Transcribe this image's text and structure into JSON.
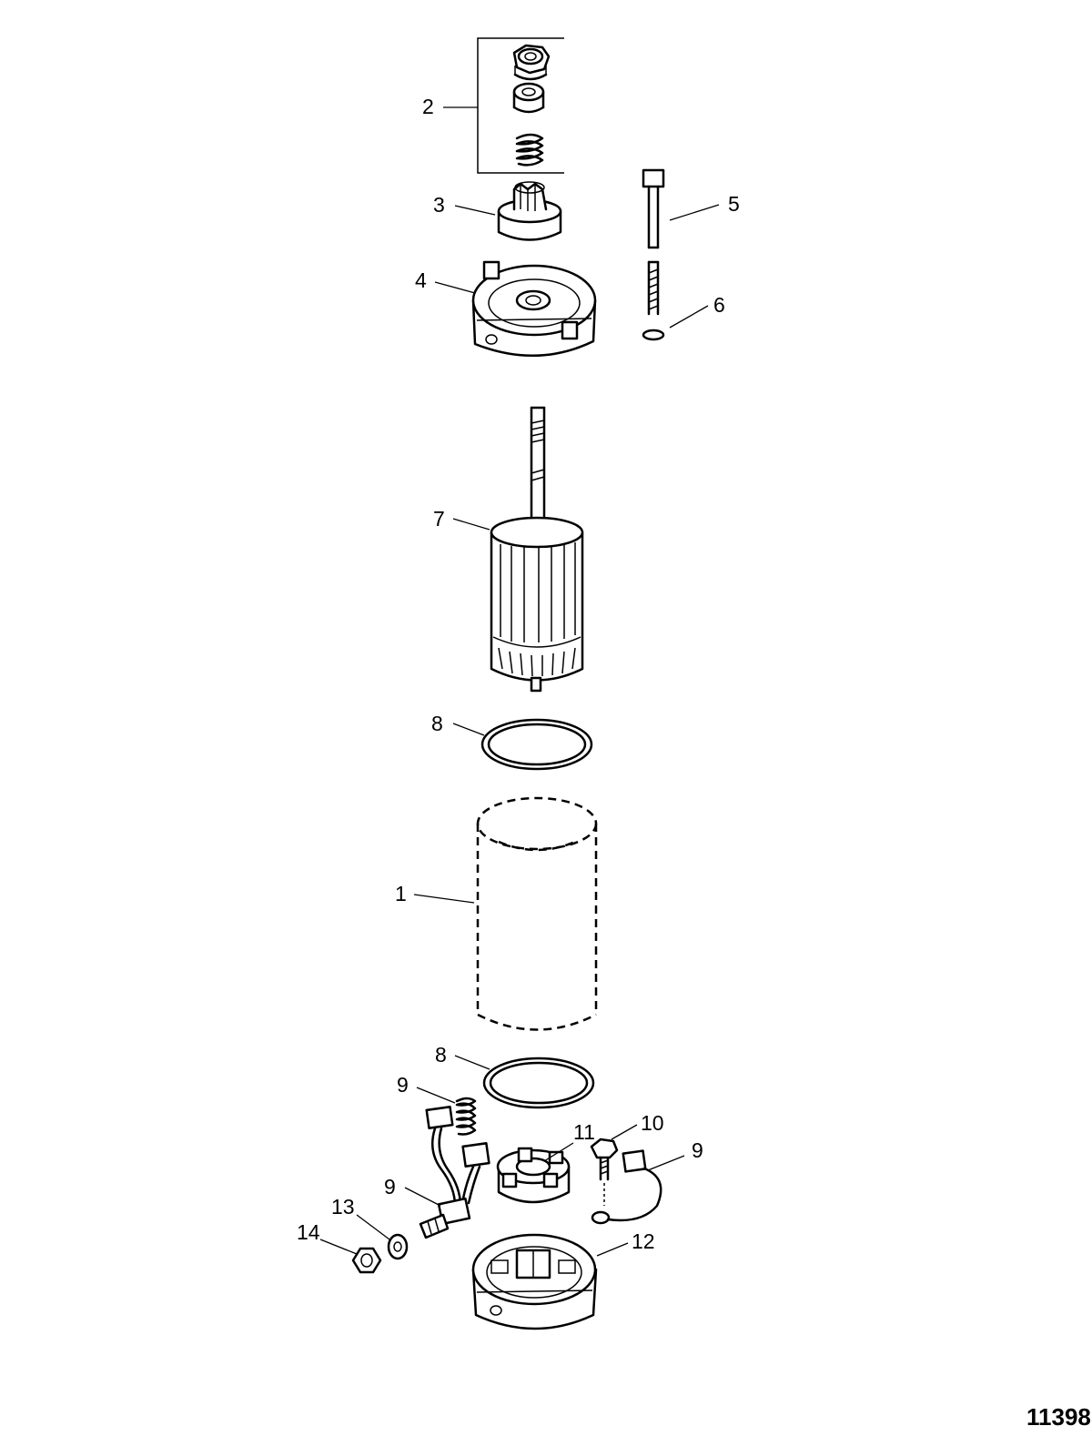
{
  "figure_number": "11398",
  "callouts": [
    {
      "id": "c1",
      "label": "1"
    },
    {
      "id": "c2",
      "label": "2"
    },
    {
      "id": "c3",
      "label": "3"
    },
    {
      "id": "c4",
      "label": "4"
    },
    {
      "id": "c5",
      "label": "5"
    },
    {
      "id": "c6",
      "label": "6"
    },
    {
      "id": "c7",
      "label": "7"
    },
    {
      "id": "c8a",
      "label": "8"
    },
    {
      "id": "c8b",
      "label": "8"
    },
    {
      "id": "c9a",
      "label": "9"
    },
    {
      "id": "c9b",
      "label": "9"
    },
    {
      "id": "c9c",
      "label": "9"
    },
    {
      "id": "c10",
      "label": "10"
    },
    {
      "id": "c11",
      "label": "11"
    },
    {
      "id": "c12",
      "label": "12"
    },
    {
      "id": "c13",
      "label": "13"
    },
    {
      "id": "c14",
      "label": "14"
    }
  ]
}
